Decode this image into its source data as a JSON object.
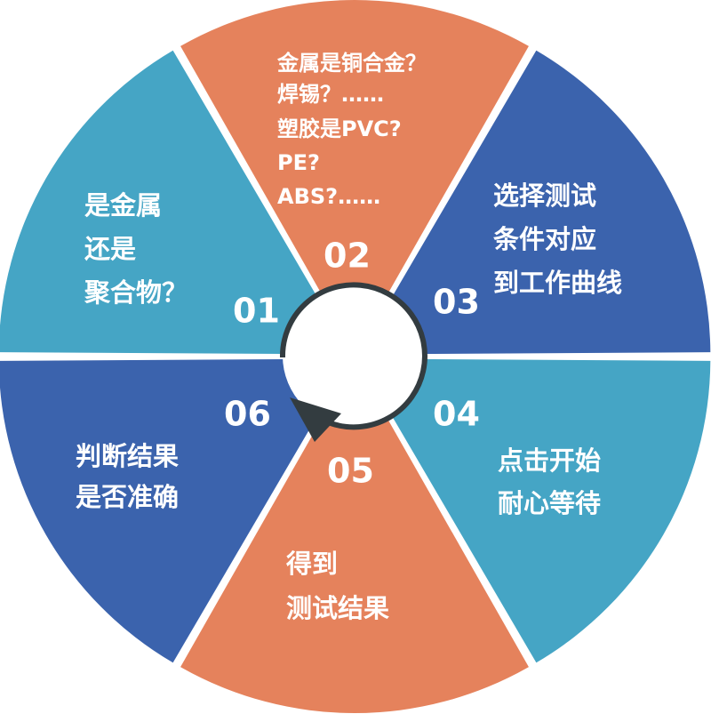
{
  "colors": {
    "light_blue": "#45a5c5",
    "orange": "#e5825c",
    "dark_blue": "#3b63ad",
    "ring": "#333c40"
  },
  "steps": [
    {
      "number": "01",
      "lines": [
        "是金属",
        "还是",
        "聚合物？"
      ]
    },
    {
      "number": "02",
      "lines": [
        "金属是铜合金？",
        "焊锡？……",
        "塑胶是PVC?",
        "PE?",
        "ABS?……"
      ]
    },
    {
      "number": "03",
      "lines": [
        "选择测试",
        "条件对应",
        "到工作曲线"
      ]
    },
    {
      "number": "04",
      "lines": [
        "点击开始",
        "耐心等待"
      ]
    },
    {
      "number": "05",
      "lines": [
        "得到",
        "测试结果"
      ]
    },
    {
      "number": "06",
      "lines": [
        "判断结果",
        "是否准确"
      ]
    }
  ]
}
